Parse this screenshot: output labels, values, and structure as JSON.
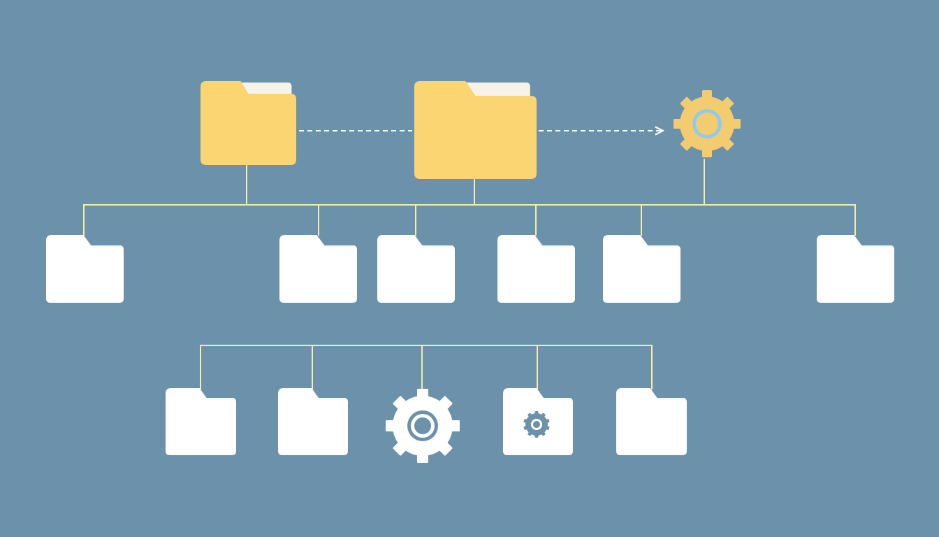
{
  "colors": {
    "background": "#6b91ab",
    "connector": "#f4eea6",
    "folder_yellow": "#fad571",
    "folder_yellow_back": "#f6f3e8",
    "folder_white": "#ffffff",
    "folder_white_tab": "#f6f7f8",
    "gear_yellow": "#f2cc6f",
    "gear_ring_blue": "#8ecbee",
    "gear_white": "#ffffff",
    "gear_hole": "#6b91ab",
    "dashed_arrow": "#ffffff"
  },
  "diagram": {
    "top_row": [
      {
        "kind": "folder",
        "style": "yellow",
        "icon": "folder-open-icon"
      },
      {
        "kind": "folder",
        "style": "yellow",
        "icon": "folder-icon"
      },
      {
        "kind": "gear",
        "style": "yellow-blue",
        "icon": "gear-icon"
      }
    ],
    "top_links": [
      "dashed-arrow",
      "dashed-arrow"
    ],
    "middle_row": [
      {
        "kind": "folder",
        "style": "white",
        "icon": "folder-icon"
      },
      {
        "kind": "folder",
        "style": "white",
        "icon": "folder-icon"
      },
      {
        "kind": "folder",
        "style": "white",
        "icon": "folder-icon"
      },
      {
        "kind": "folder",
        "style": "white",
        "icon": "folder-icon"
      },
      {
        "kind": "folder",
        "style": "white",
        "icon": "folder-icon"
      },
      {
        "kind": "folder",
        "style": "white",
        "icon": "folder-icon"
      }
    ],
    "bottom_row": [
      {
        "kind": "folder",
        "style": "white",
        "icon": "folder-icon"
      },
      {
        "kind": "folder",
        "style": "white",
        "icon": "folder-icon"
      },
      {
        "kind": "gear",
        "style": "white",
        "icon": "gear-icon"
      },
      {
        "kind": "folder-with-gear",
        "style": "white",
        "icon": "settings-folder-icon"
      },
      {
        "kind": "folder",
        "style": "white",
        "icon": "folder-icon"
      }
    ]
  }
}
